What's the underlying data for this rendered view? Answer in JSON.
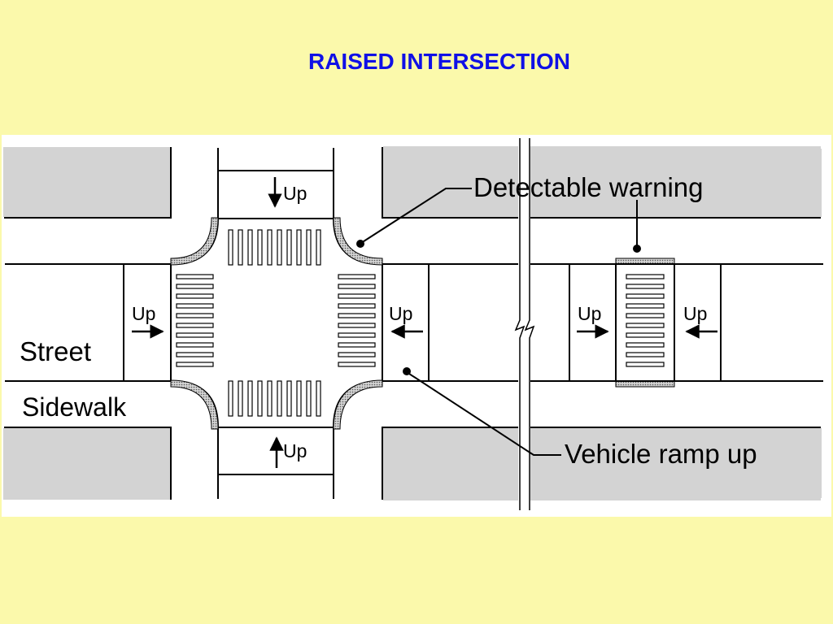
{
  "title": "RAISED INTERSECTION",
  "diagram": {
    "labels": {
      "street": "Street",
      "sidewalk": "Sidewalk",
      "detectable_warning": "Detectable warning",
      "vehicle_ramp_up": "Vehicle ramp up"
    },
    "ramp_labels": {
      "north": "Up",
      "south": "Up",
      "west": "Up",
      "east": "Up",
      "mid_left": "Up",
      "mid_right": "Up"
    }
  }
}
